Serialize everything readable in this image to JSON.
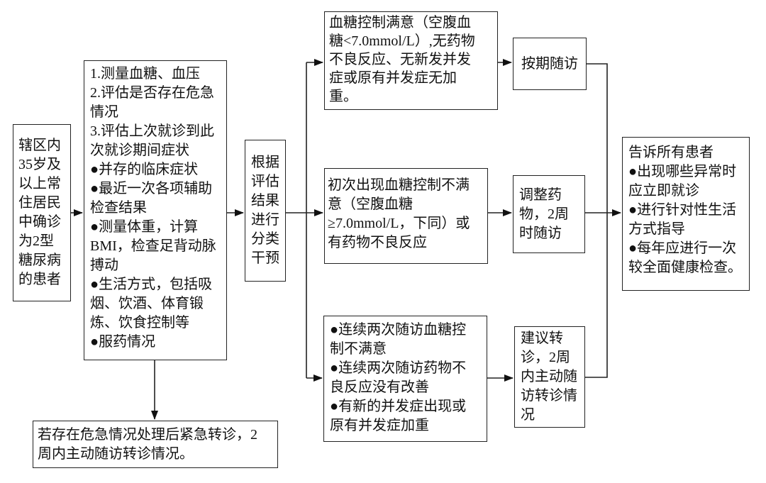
{
  "colors": {
    "background": "#ffffff",
    "line": "#222222",
    "text": "#111111"
  },
  "nodes": {
    "patients": {
      "text": "辖区内\n35岁及\n以上常\n住居民\n中确诊\n为2型\n糖尿病\n的患者"
    },
    "assessment": {
      "text": "1.测量血糖、血压\n2.评估是否存在危急\n情况\n3.评估上次就诊到此\n次就诊期间症状\n●并存的临床症状\n●最近一次各项辅助\n检查结果\n●测量体重，计算\nBMI，检查足背动脉\n搏动\n●生活方式，包括吸\n烟、饮酒、体育锻\n炼、饮食控制等\n●服药情况"
    },
    "classify": {
      "text": "根据\n评估\n结果\n进行\n分类\n干预"
    },
    "satisfactory": {
      "text": "血糖控制满意（空腹血\n糖<7.0mmol/L）,无药物\n不良反应、无新发并发\n症或原有并发症无加\n重。"
    },
    "scheduled_followup": {
      "text": "按期随访"
    },
    "unsatisfactory": {
      "text": "初次出现血糖控制不满\n意（空腹血糖\n≥7.0mmol/L，下同）或\n有药物不良反应"
    },
    "adjust_medication": {
      "text": "调整药\n物，2周\n时随访"
    },
    "two_consecutive": {
      "text": "●连续两次随访血糖控\n制不满意\n●连续两次随访药物不\n良反应没有改善\n●有新的并发症出现或\n原有并发症加重"
    },
    "referral": {
      "text": "建议转\n诊，2周\n内主动随\n访转诊情\n况"
    },
    "tell_all_patients": {
      "text": "告诉所有患者\n●出现哪些异常时\n应立即就诊\n●进行针对性生活\n方式指导\n●每年应进行一次\n较全面健康检查。"
    },
    "emergency": {
      "text": "若存在危急情况处理后紧急转诊，2\n周内主动随访转诊情况。"
    }
  }
}
